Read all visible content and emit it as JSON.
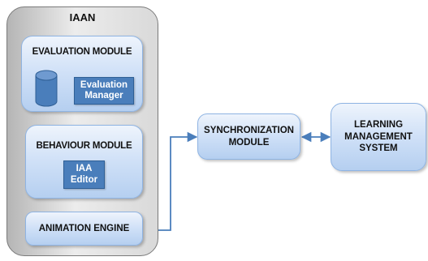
{
  "diagram": {
    "container_title": "IAAN",
    "evaluation_module": {
      "title": "EVALUATION MODULE",
      "manager_label": "Evaluation Manager"
    },
    "behaviour_module": {
      "title": "BEHAVIOUR MODULE",
      "editor_label": "IAA Editor"
    },
    "animation_engine": "ANIMATION ENGINE",
    "synchronization_module": "SYNCHRONIZATION MODULE",
    "lms": "LEARNING MANAGEMENT SYSTEM"
  },
  "colors": {
    "module_fill": "#cfe0f7",
    "inner_box_fill": "#4a7ebb",
    "connector": "#4a7ebb",
    "container_fill": "#d9d9d9"
  }
}
